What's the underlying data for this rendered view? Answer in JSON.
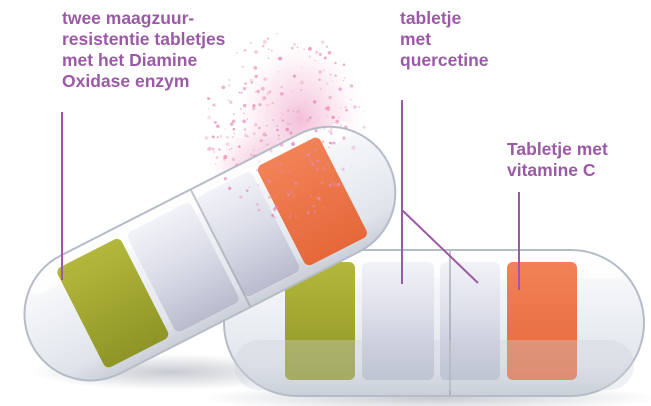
{
  "labels": {
    "enzyme": "twee maagzuur-\nresistentie tabletjes\nmet het Diamine\nOxidase enzym",
    "quercetine": "tabletje\nmet\nquercetine",
    "vitamin_c": "Tabletje met\nvitamine C"
  },
  "colors": {
    "label": "#9b5aa5",
    "enzyme_tablet": "#a8ad32",
    "quercetine_tablet": "#d7d9e6",
    "vitamin_c_tablet": "#ee7548",
    "capsule_shell": "#f3f5f8",
    "powder": "#e68bb6"
  },
  "icons": [
    "capsule-front",
    "capsule-tilted",
    "powder-spray"
  ]
}
